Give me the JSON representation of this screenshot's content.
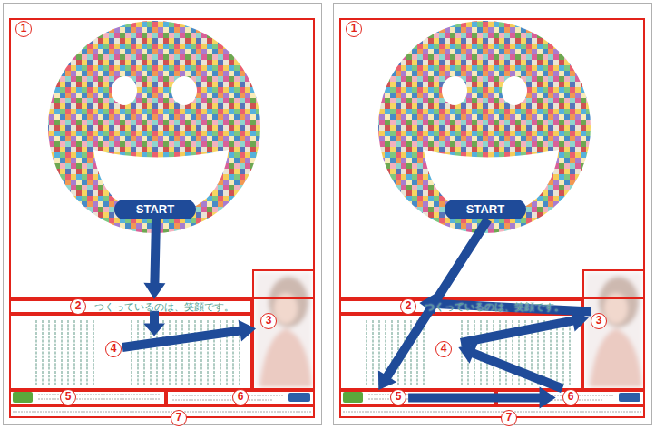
{
  "diagram": {
    "nodes": [
      {
        "text": [
          "1"
        ]
      },
      {
        "text": [
          "START"
        ],
        "in": 0
      },
      {
        "text": [
          "2",
          "つくっているのは、笑顔です。"
        ]
      },
      {
        "text": [
          "3"
        ]
      },
      {
        "text": [
          "4"
        ]
      },
      {
        "text": [
          "5"
        ]
      },
      {
        "text": [
          "6"
        ]
      },
      {
        "text": [
          "7"
        ]
      },
      {
        "text": [
          "1"
        ]
      },
      {
        "text": [
          "START"
        ],
        "in": 8
      },
      {
        "text": [
          "2",
          "つくっているのは、笑顔です。"
        ]
      },
      {
        "text": [
          "3"
        ]
      },
      {
        "text": [
          "4"
        ]
      },
      {
        "text": [
          "5"
        ]
      },
      {
        "text": [
          "6"
        ]
      },
      {
        "text": [
          "7"
        ]
      }
    ],
    "edges": [
      {
        "from": 1,
        "to": 2,
        "arrow": "to"
      },
      {
        "from": 2,
        "to": 4,
        "arrow": "to"
      },
      {
        "from": 4,
        "to": 3,
        "arrow": "to"
      },
      {
        "from": 9,
        "to": 13,
        "arrow": "to"
      },
      {
        "from": 13,
        "to": 14,
        "arrow": "to"
      },
      {
        "from": 14,
        "to": 12,
        "arrow": "to"
      },
      {
        "from": 12,
        "to": 11,
        "arrow": "to"
      },
      {
        "from": 11,
        "to": 10,
        "arrow": "to"
      }
    ]
  }
}
